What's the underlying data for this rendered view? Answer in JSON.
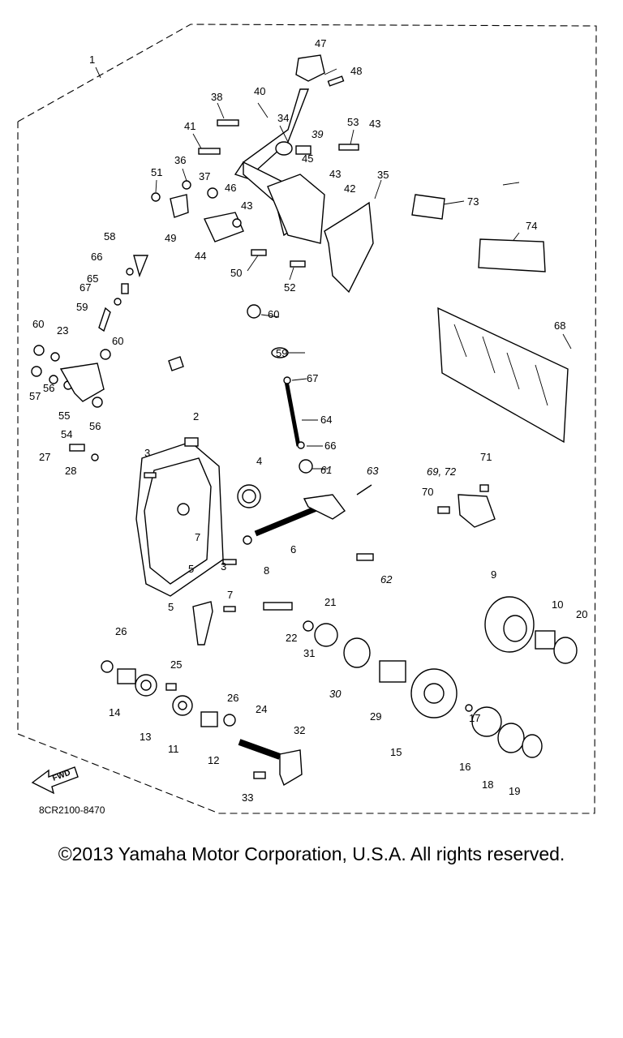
{
  "diagram": {
    "code": "8CR2100-8470",
    "fwd_label": "FWD",
    "callouts": [
      "1",
      "2",
      "3",
      "3",
      "4",
      "5",
      "5",
      "6",
      "7",
      "7",
      "8",
      "9",
      "10",
      "11",
      "12",
      "13",
      "14",
      "15",
      "16",
      "17",
      "18",
      "19",
      "20",
      "21",
      "22",
      "23",
      "24",
      "25",
      "26",
      "26",
      "27",
      "28",
      "29",
      "30",
      "31",
      "32",
      "33",
      "34",
      "35",
      "36",
      "37",
      "38",
      "39",
      "40",
      "41",
      "42",
      "43",
      "43",
      "43",
      "44",
      "45",
      "46",
      "47",
      "48",
      "49",
      "50",
      "51",
      "52",
      "53",
      "54",
      "55",
      "56",
      "56",
      "57",
      "58",
      "59",
      "59",
      "60",
      "60",
      "60",
      "61",
      "62",
      "63",
      "64",
      "65",
      "66",
      "66",
      "67",
      "67",
      "68",
      "69, 72",
      "70",
      "71",
      "73",
      "74"
    ]
  },
  "footer": {
    "copyright": "©2013 Yamaha Motor Corporation, U.S.A. All rights reserved."
  }
}
